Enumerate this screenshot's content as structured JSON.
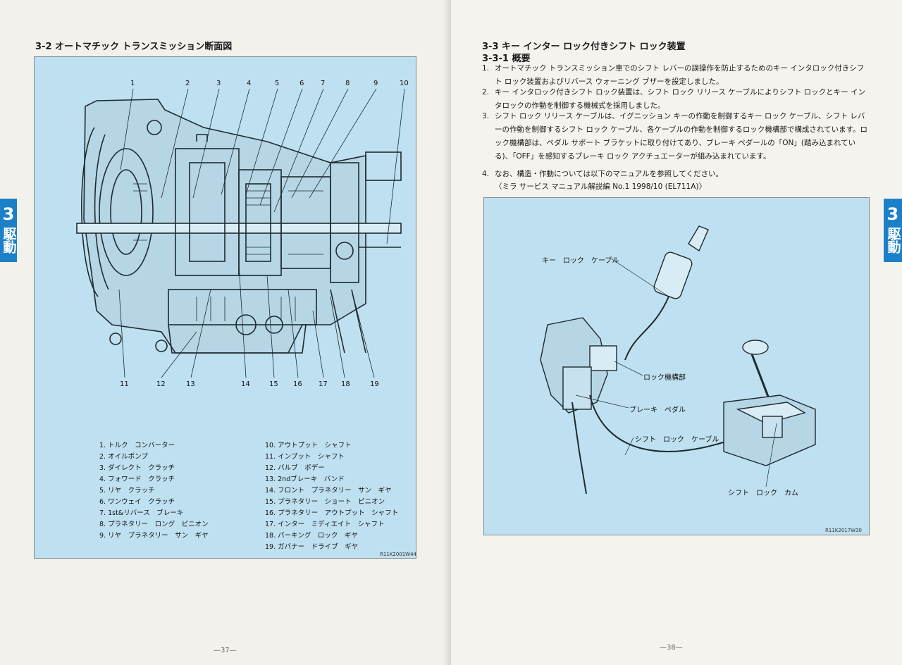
{
  "left_page": {
    "section_title": "3-2  オートマチック トランスミッション断面図",
    "figure_code": "R11K2001W44",
    "callout_numbers": [
      "1",
      "2",
      "3",
      "4",
      "5",
      "6",
      "7",
      "8",
      "9",
      "10",
      "11",
      "12",
      "13",
      "14",
      "15",
      "16",
      "17",
      "18",
      "19"
    ],
    "legend_left": [
      "1.  トルク　コンバーター",
      "2.  オイルポンプ",
      "3.  ダイレクト　クラッチ",
      "4.  フォワード　クラッチ",
      "5.  リヤ　クラッチ",
      "6.  ワンウェイ　クラッチ",
      "7.  1st&リバース　ブレーキ",
      "8.  プラネタリー　ロング　ピニオン",
      "9.  リヤ　プラネタリー　サン　ギヤ"
    ],
    "legend_right": [
      "10.  アウトプット　シャフト",
      "11.  インプット　シャフト",
      "12.  バルブ　ボデー",
      "13.  2ndブレーキ　バンド",
      "14.  フロント　プラネタリー　サン　ギヤ",
      "15.  プラネタリー　ショート　ピニオン",
      "16.  プラネタリー　アウトプット　シャフト",
      "17.  インター　ミディエイト　シャフト",
      "18.  パーキング　ロック　ギヤ",
      "19.  ガバナー　ドライブ　ギヤ"
    ],
    "page_number": "—37—",
    "tab_number": "3",
    "tab_label": "駆動"
  },
  "right_page": {
    "section_title": "3-3  キー インター ロック付きシフト ロック装置",
    "subsection_title": "3-3-1  概要",
    "paragraphs": [
      {
        "num": "1.",
        "text": "オートマチック トランスミッション車でのシフト レバーの誤操作を防止するためのキー インタロック付きシフト ロック装置およびリバース ウォーニング ブザーを設定しました。"
      },
      {
        "num": "2.",
        "text": "キー インタロック付きシフト ロック装置は、シフト ロック リリース ケーブルによりシフト ロックとキー インタロックの作動を制御する機械式を採用しました。"
      },
      {
        "num": "3.",
        "text": "シフト ロック リリース ケーブルは、イグニッション キーの作動を制御するキー ロック ケーブル、シフト レバーの作動を制御するシフト ロック ケーブル、各ケーブルの作動を制御するロック機構部で構成されています。ロック機構部は、ペダル サポート ブラケットに取り付けてあり、ブレーキ ペダールの「ON」(踏み込まれている)、「OFF」を感知するブレーキ ロック アクチュエーターが組み込まれています。"
      },
      {
        "num": "4.",
        "text": "なお、構造・作動については以下のマニュアルを参照してください。"
      }
    ],
    "reference": "〈ミラ サービス マニュアル解説編 No.1 1998/10 (EL711A)〉",
    "labels": {
      "key_lock_cable": "キー　ロック　ケーブル",
      "lock_mechanism": "ロック機構部",
      "brake_pedal": "ブレーキ　ペダル",
      "shift_lock_cable": "シフト　ロック　ケーブル",
      "shift_lock_cam": "シフト　ロック　カム"
    },
    "figure_code": "R11K2017W30",
    "page_number": "—38—",
    "tab_number": "3",
    "tab_label": "駆動"
  }
}
